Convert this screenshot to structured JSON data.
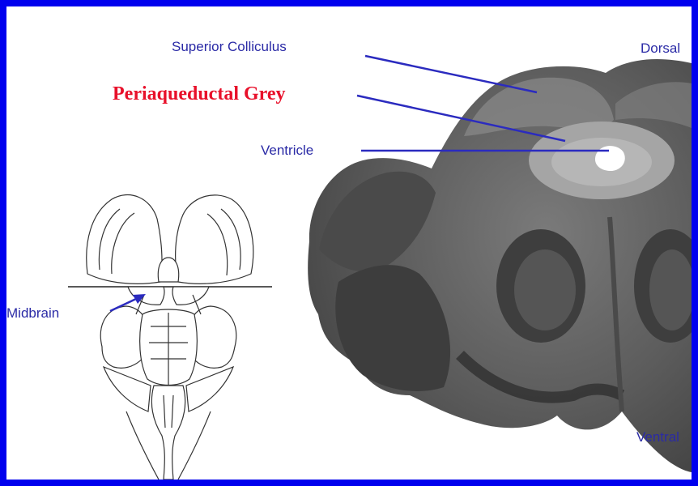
{
  "colors": {
    "border": "#0000ee",
    "label": "#2a2aa6",
    "highlight": "#e8102a",
    "pointer": "#2b2bbf"
  },
  "labels": {
    "superior_colliculus": "Superior Colliculus",
    "periaqueductal_grey": "Periaqueductal Grey",
    "ventricle": "Ventricle",
    "midbrain": "Midbrain",
    "dorsal": "Dorsal",
    "ventral": "Ventral"
  }
}
